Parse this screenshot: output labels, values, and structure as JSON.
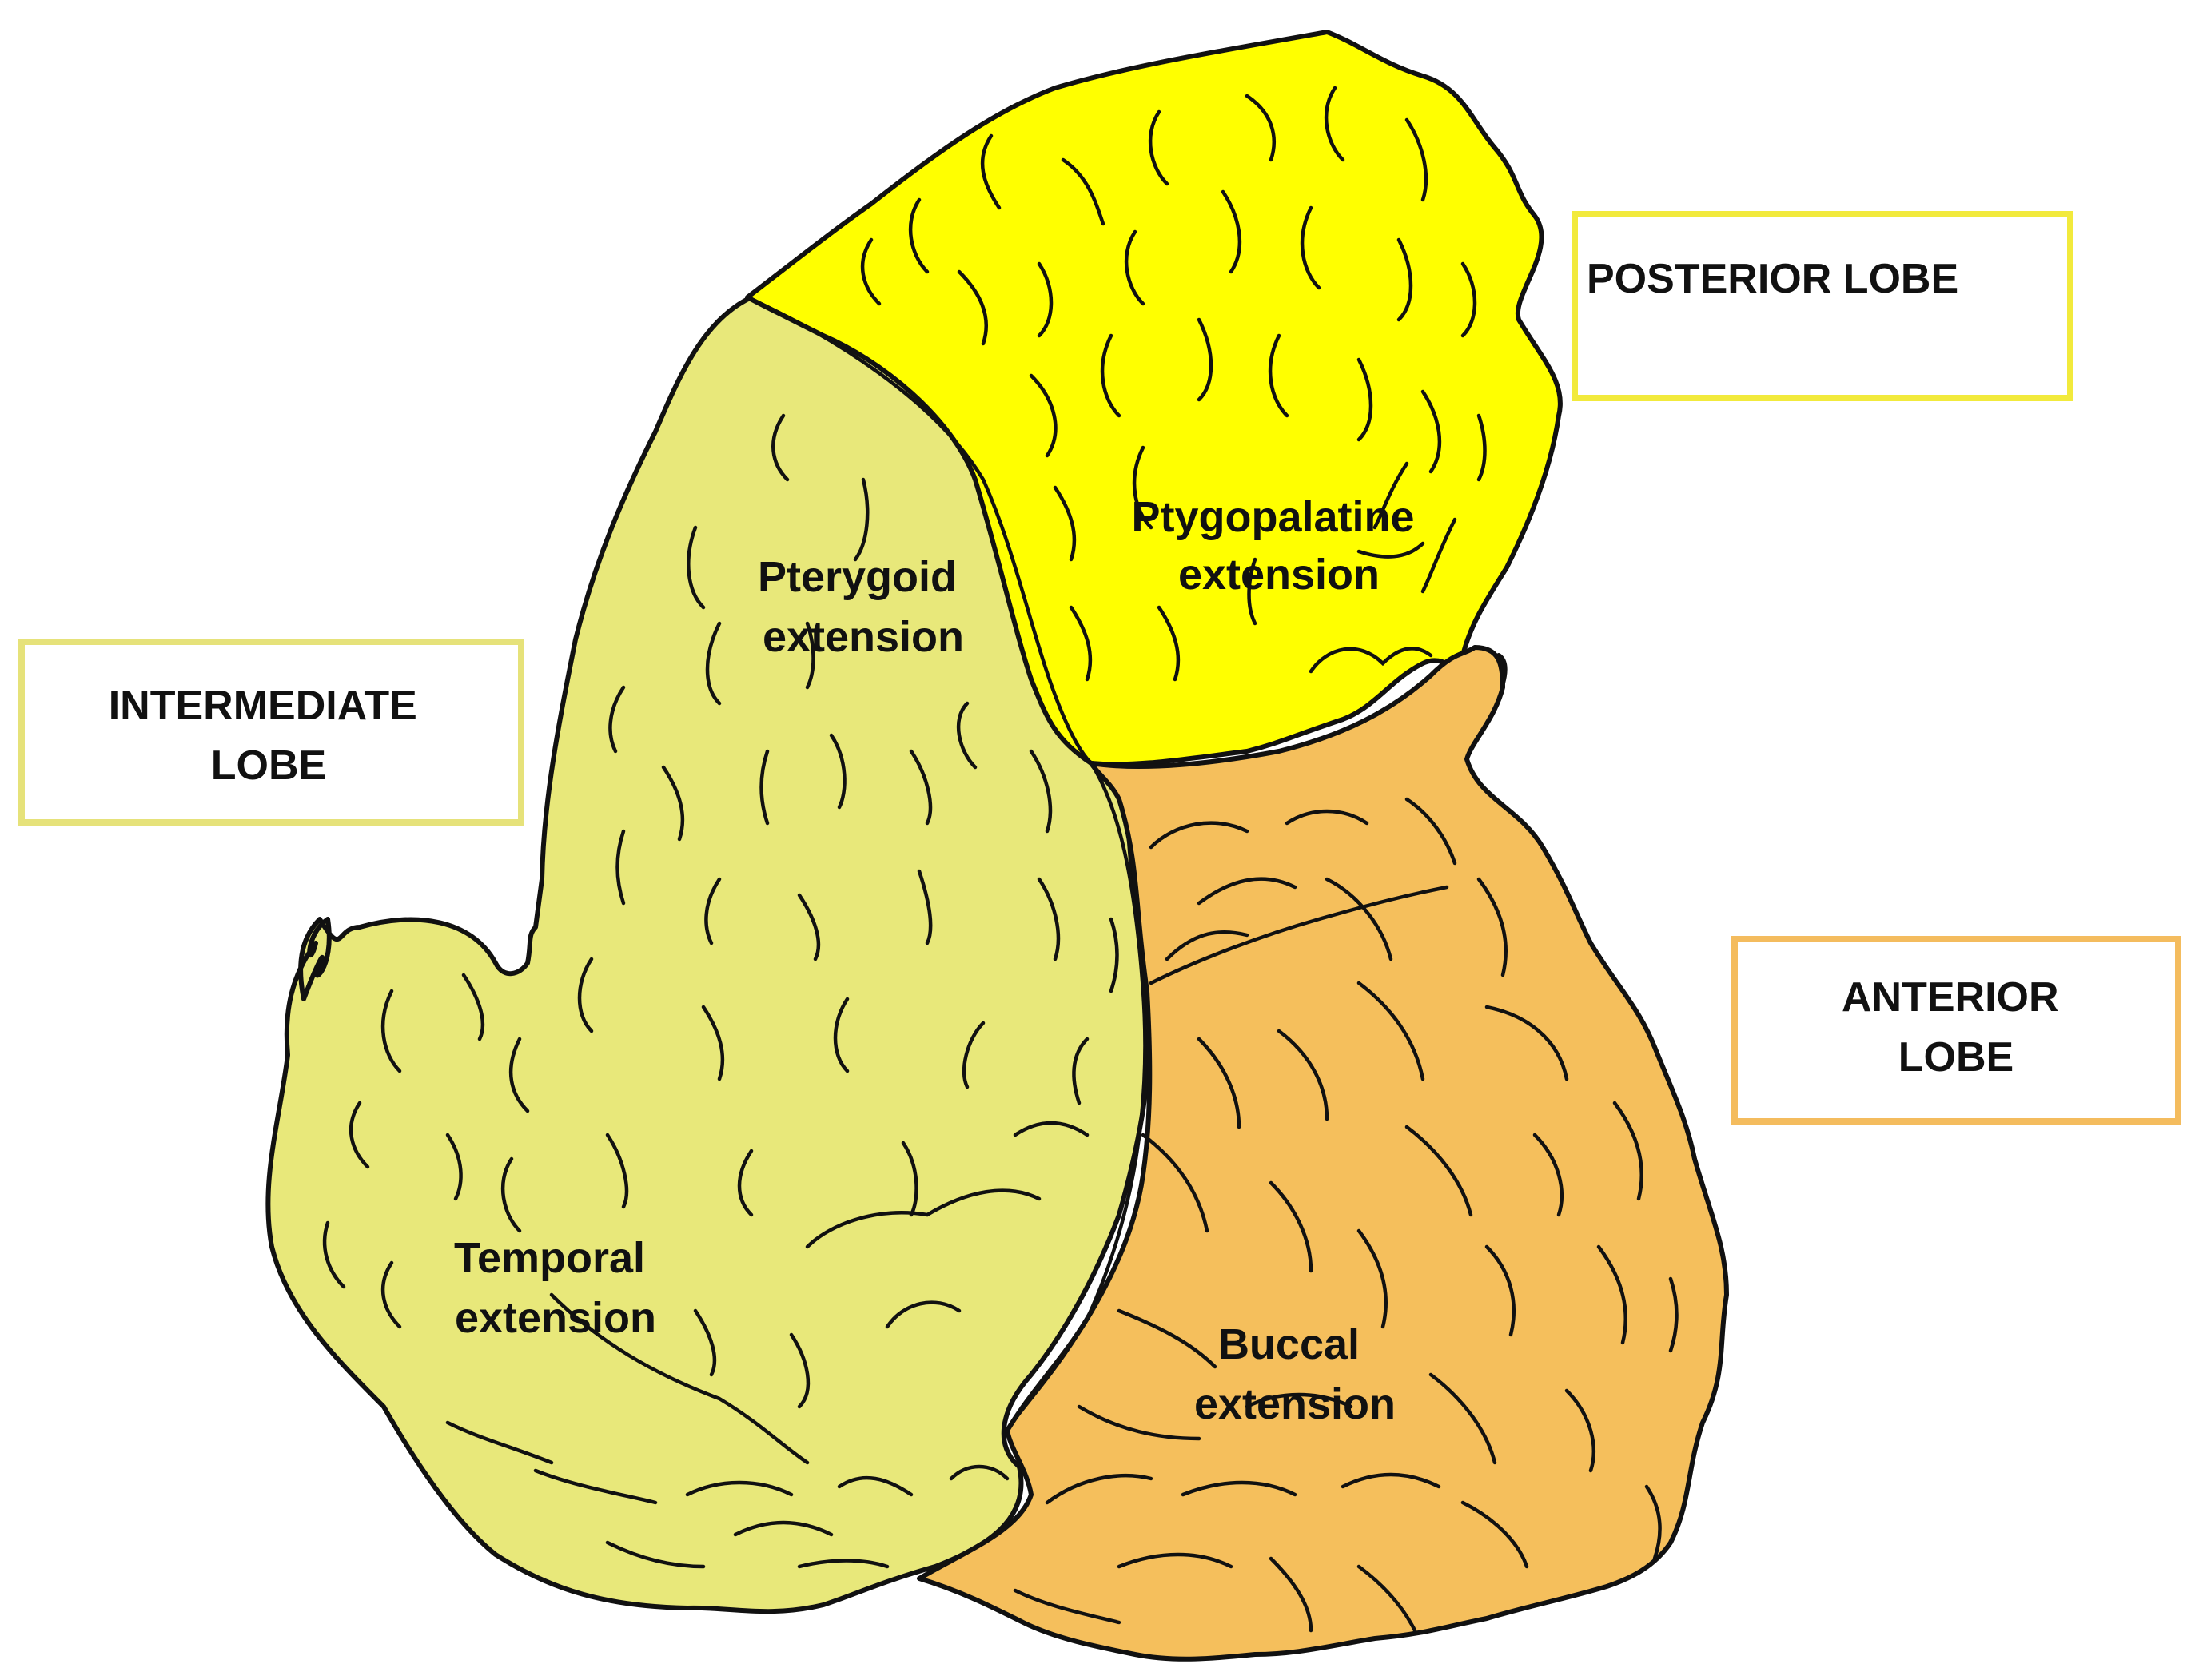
{
  "legend": {
    "posterior": {
      "label": "POSTERIOR LOBE",
      "border_color": "#f2ea3c"
    },
    "intermediate": {
      "line1": "INTERMEDIATE",
      "line2": "LOBE",
      "border_color": "#e6e27a"
    },
    "anterior": {
      "line1": "ANTERIOR",
      "line2": "LOBE",
      "border_color": "#f4bc5e"
    }
  },
  "regions": {
    "ptygopalatine": {
      "line1": "Ptygopalatine",
      "line2": "extension",
      "color": "#ffff00"
    },
    "pterygoid": {
      "line1": "Pterygoid",
      "line2": "extension",
      "color": "#e8e87a"
    },
    "temporal": {
      "line1": "Temporal",
      "line2": "extension",
      "color": "#e8e87a"
    },
    "buccal": {
      "line1": "Buccal",
      "line2": "extension",
      "color": "#f5bf5c"
    }
  },
  "colors": {
    "outline": "#111111",
    "background": "#ffffff"
  }
}
